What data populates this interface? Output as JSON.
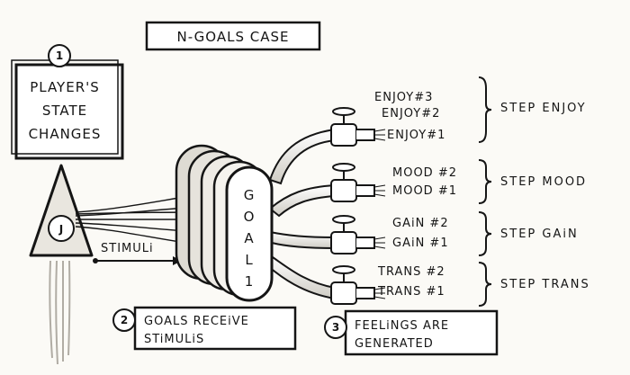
{
  "title": "N-GOALS CASE",
  "state_box": {
    "number": "1",
    "lines": [
      "PLAYER'S",
      "STATE",
      "CHANGES"
    ]
  },
  "player_symbol": "J",
  "stimuli_label": "STIMULi",
  "goal": {
    "letters": [
      "G",
      "O",
      "A",
      "L",
      "1"
    ]
  },
  "goals_receive": {
    "number": "2",
    "lines": [
      "GOALS RECEiVE",
      "STiMULiS"
    ]
  },
  "feelings": {
    "number": "3",
    "lines": [
      "FEELiNGS ARE",
      "GENERATED"
    ]
  },
  "outputs": [
    {
      "step": "STEP ENJOY",
      "labels": [
        "ENJOY#3",
        "ENJOY#2",
        "ENJOY#1"
      ]
    },
    {
      "step": "STEP MOOD",
      "labels": [
        "MOOD #2",
        "MOOD #1"
      ]
    },
    {
      "step": "STEP GAiN",
      "labels": [
        "GAiN #2",
        "GAiN #1"
      ]
    },
    {
      "step": "STEP TRANS",
      "labels": [
        "TRANS #2",
        "TRANS #1"
      ]
    }
  ],
  "colors": {
    "ink": "#151515",
    "paper": "#fbfaf6",
    "shade": "#dedbd3",
    "exhaust": "#b0aca4"
  }
}
